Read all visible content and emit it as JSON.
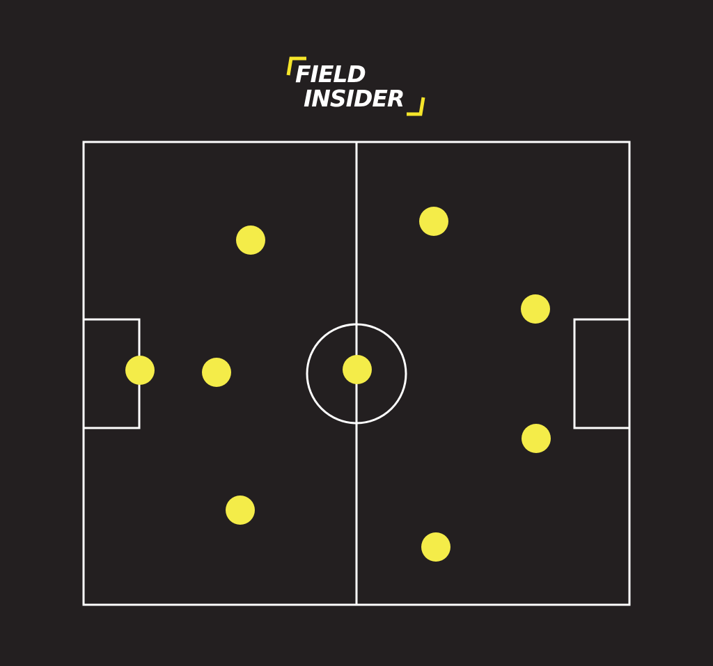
{
  "logo": {
    "line1": "FIELD",
    "line2": "INSIDER",
    "accent_color": "#f5e52a",
    "text_color": "#ffffff"
  },
  "pitch": {
    "background_color": "#231f20",
    "line_color": "#ffffff"
  },
  "formation": {
    "player_color": "#f4ec49",
    "player_count": 9
  }
}
